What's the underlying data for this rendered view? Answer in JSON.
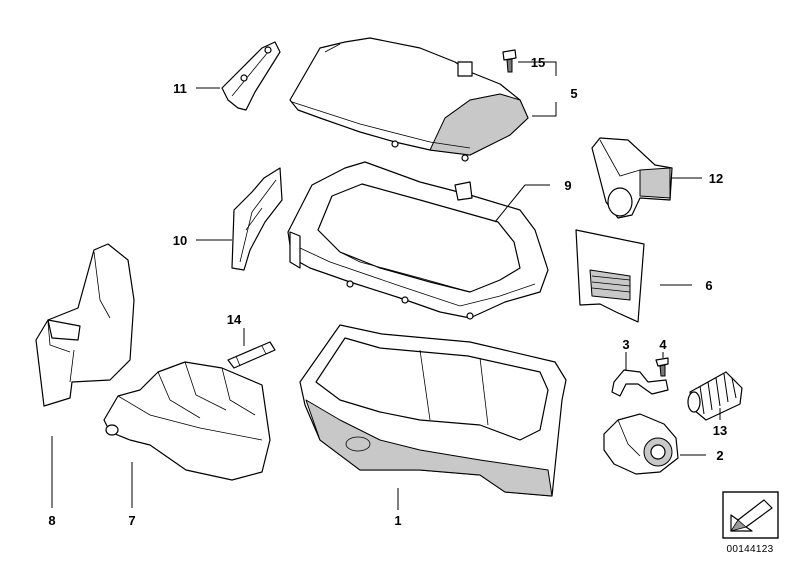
{
  "callouts": {
    "c1": "1",
    "c2": "2",
    "c3": "3",
    "c4": "4",
    "c5": "5",
    "c6": "6",
    "c7": "7",
    "c8": "8",
    "c9": "9",
    "c10": "10",
    "c11": "11",
    "c12": "12",
    "c13": "13",
    "c14": "14",
    "c15": "15"
  },
  "catalog_number": "00144123",
  "icons": {
    "corner_badge": "folded-page-arrow-icon"
  }
}
